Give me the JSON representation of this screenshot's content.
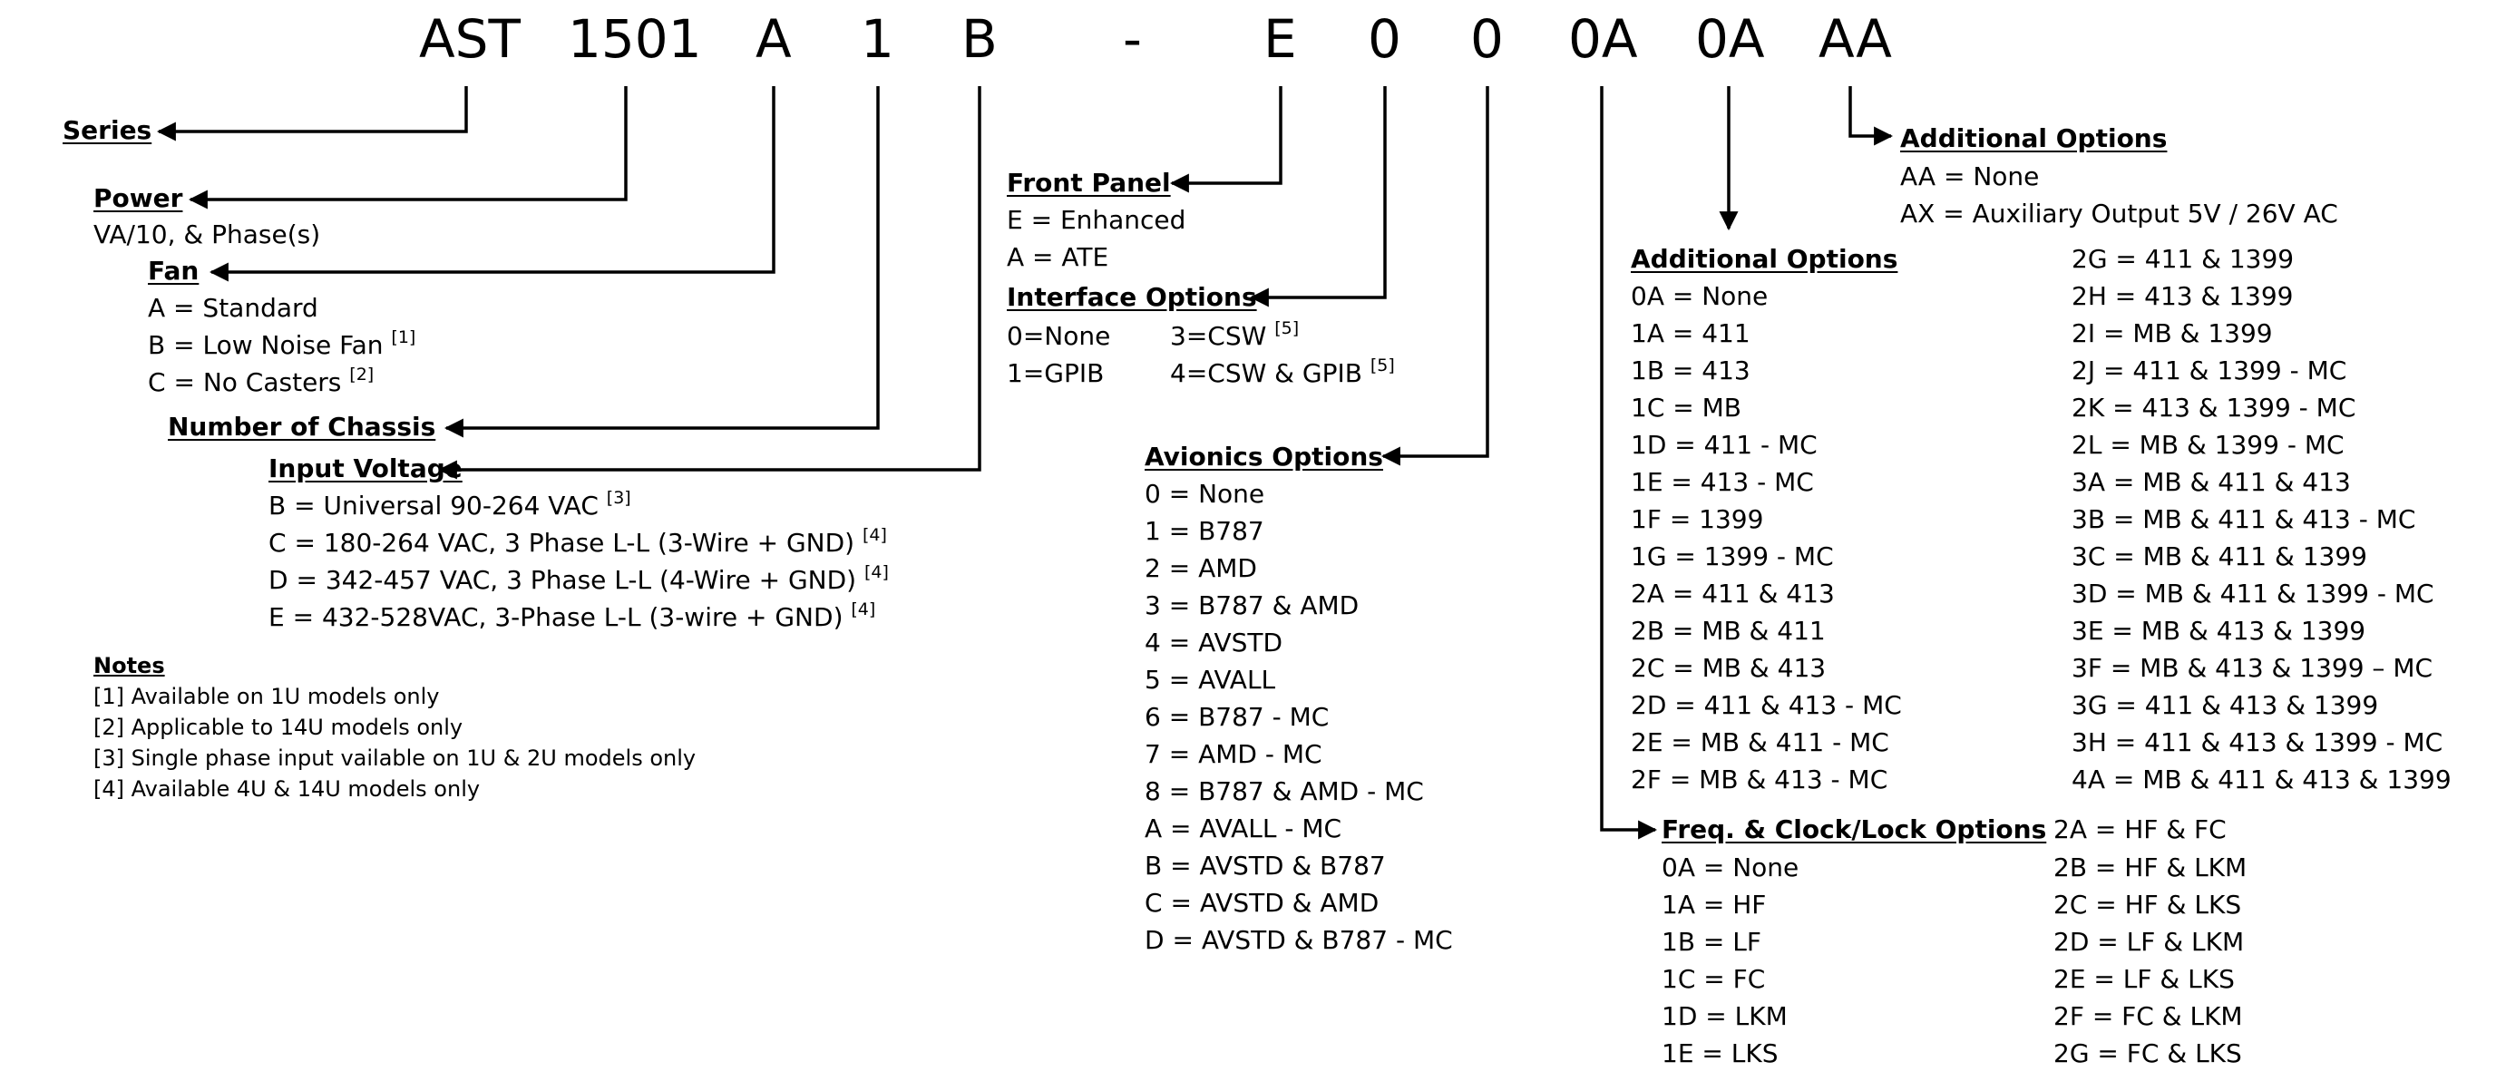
{
  "part_number": {
    "series": "AST",
    "power": "1501",
    "fan": "A",
    "chassis": "1",
    "input_voltage": "B",
    "dash": "-",
    "front_panel": "E",
    "interface": "0",
    "avionics": "0",
    "freq_clock": "0A",
    "additional": "0A",
    "additional_extra": "AA"
  },
  "series": {
    "title": "Series"
  },
  "power": {
    "title": "Power",
    "desc": "VA/10, & Phase(s)"
  },
  "fan": {
    "title": "Fan",
    "items": [
      {
        "text": "A = Standard",
        "sup": ""
      },
      {
        "text": "B = Low Noise Fan ",
        "sup": "[1]"
      },
      {
        "text": "C = No Casters ",
        "sup": "[2]"
      }
    ]
  },
  "chassis": {
    "title": "Number of Chassis"
  },
  "input_voltage": {
    "title": "Input Voltage",
    "items": [
      {
        "text": "B = Universal 90-264 VAC ",
        "sup": "[3]"
      },
      {
        "text": "C = 180-264 VAC, 3 Phase L-L  (3-Wire + GND) ",
        "sup": "[4]"
      },
      {
        "text": "D = 342-457 VAC, 3 Phase L-L  (4-Wire + GND) ",
        "sup": "[4]"
      },
      {
        "text": "E = 432-528VAC, 3-Phase L-L  (3-wire + GND) ",
        "sup": "[4]"
      }
    ]
  },
  "notes": {
    "title": "Notes",
    "items": [
      "[1] Available on 1U models only",
      "[2] Applicable to 14U models only",
      "[3] Single phase input vailable on 1U & 2U models only",
      "[4] Available 4U & 14U models only"
    ]
  },
  "front_panel": {
    "title": "Front Panel",
    "items": [
      "E = Enhanced",
      "A = ATE"
    ]
  },
  "interface": {
    "title": "Interface Options",
    "col1": [
      "0=None",
      "1=GPIB"
    ],
    "col2": [
      {
        "text": "3=CSW ",
        "sup": "[5]"
      },
      {
        "text": "4=CSW & GPIB ",
        "sup": "[5]"
      }
    ]
  },
  "avionics": {
    "title": "Avionics Options",
    "items": [
      "0 = None",
      "1 = B787",
      "2 = AMD",
      "3 = B787 & AMD",
      "4 = AVSTD",
      "5 = AVALL",
      "6 = B787 - MC",
      "7 = AMD - MC",
      "8 = B787 & AMD - MC",
      "A = AVALL - MC",
      "B = AVSTD & B787",
      "C = AVSTD & AMD",
      "D = AVSTD & B787 - MC"
    ]
  },
  "additional_options": {
    "title": "Additional Options",
    "col1": [
      "0A = None",
      "1A = 411",
      "1B = 413",
      "1C = MB",
      "1D = 411 - MC",
      "1E = 413 - MC",
      "1F = 1399",
      "1G = 1399 - MC",
      "2A = 411 & 413",
      "2B = MB & 411",
      "2C = MB & 413",
      "2D = 411 & 413 - MC",
      "2E = MB & 411 - MC",
      "2F = MB & 413 - MC"
    ],
    "col2": [
      "2G = 411 & 1399",
      "2H = 413 & 1399",
      "2I = MB & 1399",
      "2J = 411 & 1399 - MC",
      "2K = 413 & 1399 - MC",
      "2L = MB & 1399 - MC",
      "3A = MB & 411 & 413",
      "3B = MB & 411 & 413 - MC",
      "3C = MB & 411 & 1399",
      "3D = MB & 411 & 1399 - MC",
      "3E = MB & 413 & 1399",
      "3F = MB & 413 & 1399 – MC",
      "3G = 411 & 413 & 1399",
      "3H = 411 & 413 & 1399 - MC",
      "4A = MB & 411 & 413 & 1399"
    ]
  },
  "additional_options_top": {
    "title": "Additional Options",
    "items": [
      "AA = None",
      "AX = Auxiliary Output 5V / 26V AC"
    ]
  },
  "freq_clock": {
    "title": "Freq. & Clock/Lock Options",
    "col1": [
      "0A = None",
      "1A = HF",
      "1B = LF",
      "1C = FC",
      "1D = LKM",
      "1E = LKS"
    ],
    "col2": [
      "2A = HF & FC",
      "2B = HF & LKM",
      "2C = HF & LKS",
      "2D = LF & LKM",
      "2E = LF & LKS",
      "2F = FC & LKM",
      "2G = FC & LKS"
    ]
  },
  "colors": {
    "text": "#000000",
    "line": "#000000",
    "background": "#ffffff"
  }
}
